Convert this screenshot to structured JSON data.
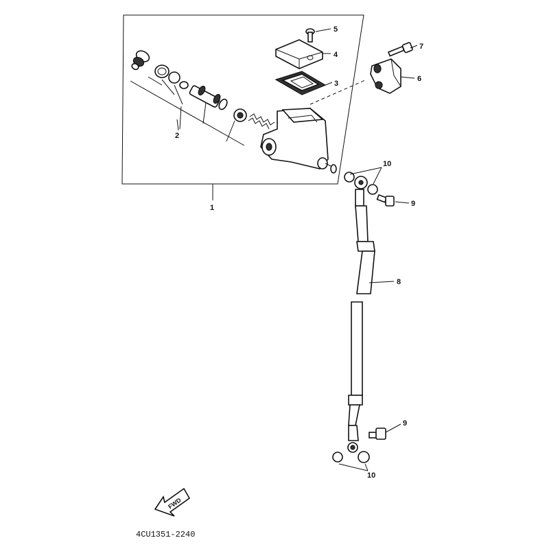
{
  "diagram": {
    "callouts": [
      {
        "id": "c1",
        "text": "1"
      },
      {
        "id": "c2",
        "text": "2"
      },
      {
        "id": "c3",
        "text": "3"
      },
      {
        "id": "c4",
        "text": "4"
      },
      {
        "id": "c5",
        "text": "5"
      },
      {
        "id": "c6",
        "text": "6"
      },
      {
        "id": "c7",
        "text": "7"
      },
      {
        "id": "c8",
        "text": "8"
      },
      {
        "id": "c9a",
        "text": "9"
      },
      {
        "id": "c9b",
        "text": "9"
      },
      {
        "id": "c10a",
        "text": "10"
      },
      {
        "id": "c10b",
        "text": "10"
      }
    ],
    "fwd_label": "FWD",
    "drawing_code": "4CU1351-2240"
  }
}
